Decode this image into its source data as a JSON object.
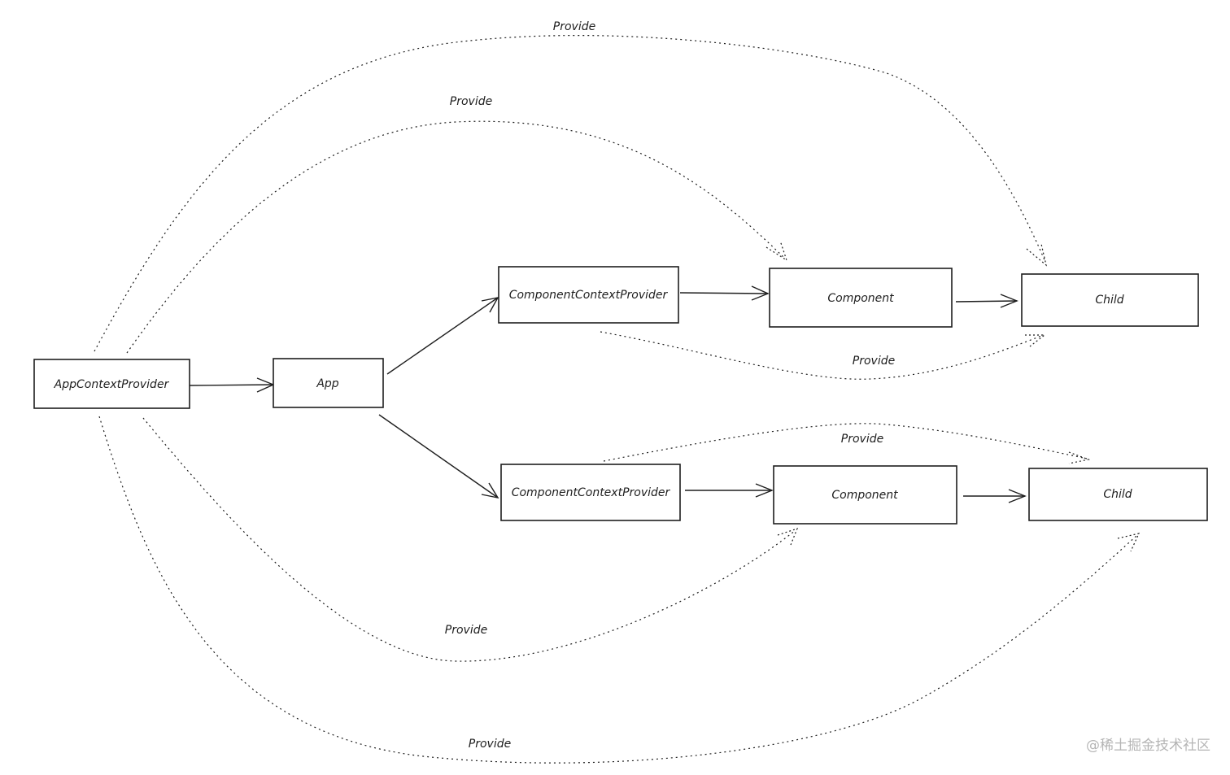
{
  "nodes": {
    "app_provider": "AppContextProvider",
    "app": "App",
    "component_provider_1": "ComponentContextProvider",
    "component_provider_2": "ComponentContextProvider",
    "component_1": "Component",
    "component_2": "Component",
    "child_1": "Child",
    "child_2": "Child"
  },
  "edge_labels": {
    "app_to_child_1": "Provide",
    "app_to_component_1": "Provide",
    "provider_1_to_child_1": "Provide",
    "provider_2_to_child_2": "Provide",
    "app_to_component_2": "Provide",
    "app_to_child_2": "Provide"
  },
  "watermark": "@稀土掘金技术社区",
  "colors": {
    "stroke": "#1e1e1e",
    "watermark": "#b5b5b5",
    "background": "#ffffff"
  }
}
